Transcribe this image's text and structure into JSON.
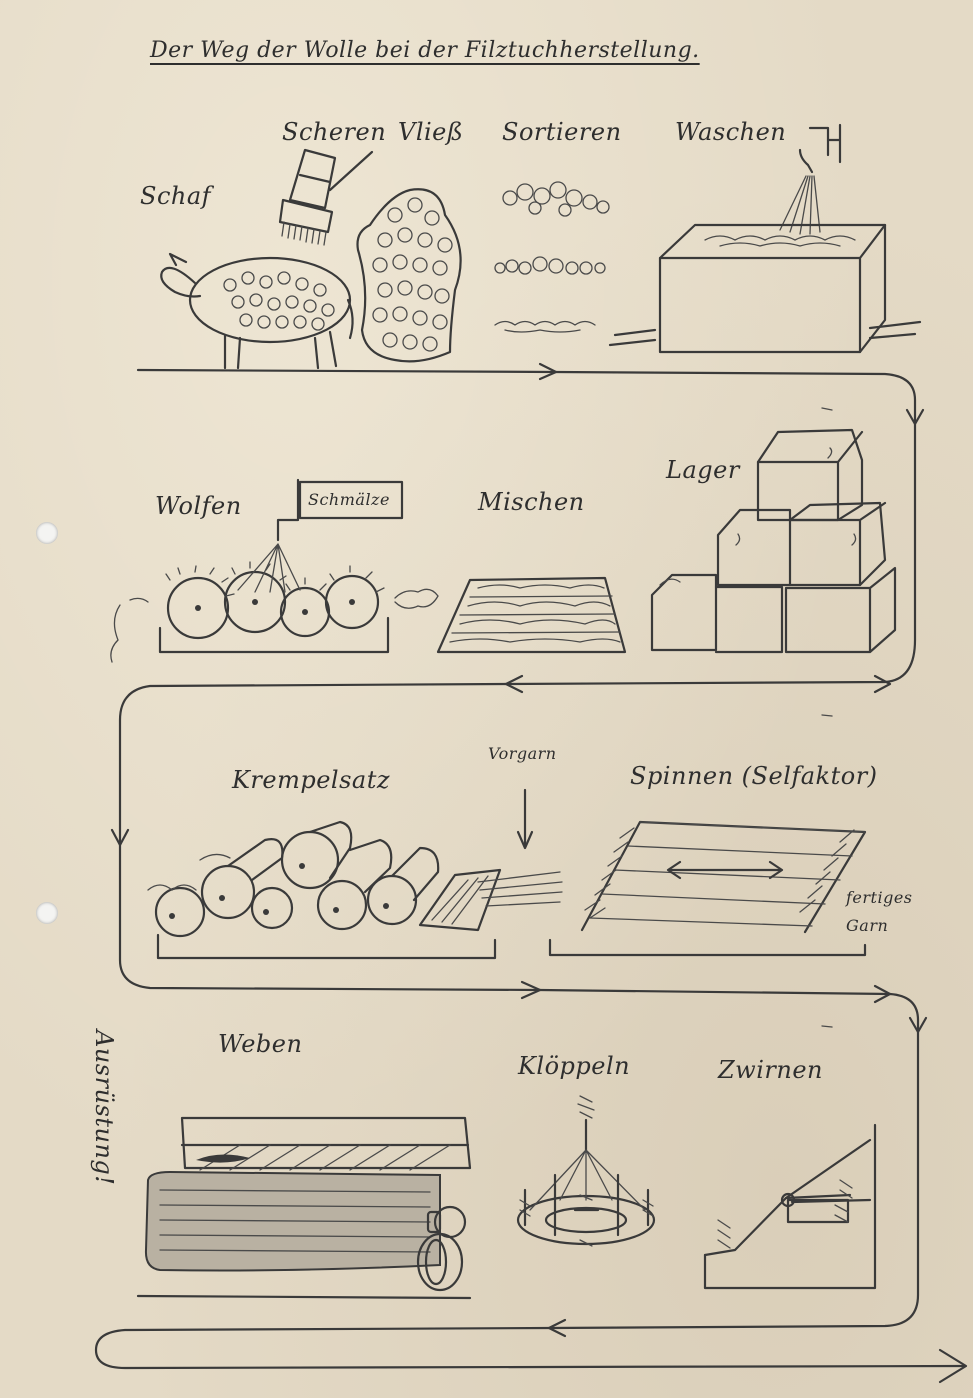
{
  "title": "Der Weg der Wolle bei der Filztuchherstellung.",
  "steps": {
    "schaf": "Schaf",
    "scheren": "Scheren",
    "vliess": "Vließ",
    "sortieren": "Sortieren",
    "waschen": "Waschen",
    "lager": "Lager",
    "wolfen": "Wolfen",
    "schmaelze": "Schmälze",
    "mischen": "Mischen",
    "krempelsatz": "Krempelsatz",
    "vorgarn": "Vorgarn",
    "spinnen": "Spinnen (Selfaktor)",
    "fertiges_garn": "fertiges Garn",
    "weben": "Weben",
    "kloeppeln": "Klöppeln",
    "zwirnen": "Zwirnen",
    "ausruestung": "Ausrüstung!"
  },
  "colors": {
    "paper": "#e4dac6",
    "pencil": "#3a3a3a"
  }
}
